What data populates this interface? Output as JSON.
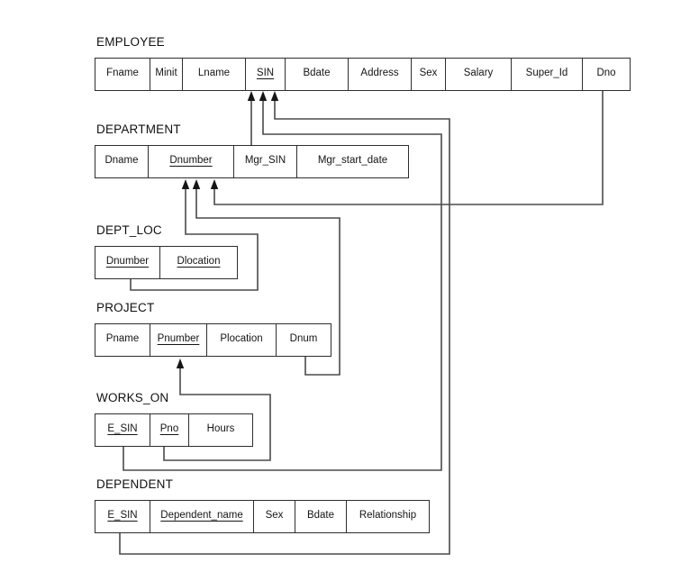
{
  "page": {
    "background": "#ffffff"
  },
  "colors": {
    "border": "#2e2e2e",
    "line": "#4a4a4a",
    "arrow": "#161616",
    "text": "#1a1a1a"
  },
  "tables": [
    {
      "name": "EMPLOYEE",
      "columns": [
        {
          "label": "Fname",
          "key": false
        },
        {
          "label": "Minit",
          "key": false
        },
        {
          "label": "Lname",
          "key": false
        },
        {
          "label": "SIN",
          "key": true
        },
        {
          "label": "Bdate",
          "key": false
        },
        {
          "label": "Address",
          "key": false
        },
        {
          "label": "Sex",
          "key": false
        },
        {
          "label": "Salary",
          "key": false
        },
        {
          "label": "Super_Id",
          "key": false
        },
        {
          "label": "Dno",
          "key": false
        }
      ]
    },
    {
      "name": "DEPARTMENT",
      "columns": [
        {
          "label": "Dname",
          "key": false
        },
        {
          "label": "Dnumber",
          "key": true
        },
        {
          "label": "Mgr_SIN",
          "key": false
        },
        {
          "label": "Mgr_start_date",
          "key": false
        }
      ]
    },
    {
      "name": "DEPT_LOC",
      "columns": [
        {
          "label": "Dnumber",
          "key": true
        },
        {
          "label": "Dlocation",
          "key": true
        }
      ]
    },
    {
      "name": "PROJECT",
      "columns": [
        {
          "label": "Pname",
          "key": false
        },
        {
          "label": "Pnumber",
          "key": true
        },
        {
          "label": "Plocation",
          "key": false
        },
        {
          "label": "Dnum",
          "key": false
        }
      ]
    },
    {
      "name": "WORKS_ON",
      "columns": [
        {
          "label": "E_SIN",
          "key": true
        },
        {
          "label": "Pno",
          "key": true
        },
        {
          "label": "Hours",
          "key": false
        }
      ]
    },
    {
      "name": "DEPENDENT",
      "columns": [
        {
          "label": "E_SIN",
          "key": true
        },
        {
          "label": "Dependent_name",
          "key": true
        },
        {
          "label": "Sex",
          "key": false
        },
        {
          "label": "Bdate",
          "key": false
        },
        {
          "label": "Relationship",
          "key": false
        }
      ]
    }
  ],
  "relationships": [
    {
      "from": "DEPARTMENT.Mgr_SIN",
      "to": "EMPLOYEE.SIN"
    },
    {
      "from": "WORKS_ON.E_SIN",
      "to": "EMPLOYEE.SIN"
    },
    {
      "from": "DEPENDENT.E_SIN",
      "to": "EMPLOYEE.SIN"
    },
    {
      "from": "DEPT_LOC.Dnumber",
      "to": "DEPARTMENT.Dnumber"
    },
    {
      "from": "PROJECT.Dnum",
      "to": "DEPARTMENT.Dnumber"
    },
    {
      "from": "EMPLOYEE.Dno",
      "to": "DEPARTMENT.Dnumber"
    },
    {
      "from": "WORKS_ON.Pno",
      "to": "PROJECT.Pnumber"
    }
  ]
}
